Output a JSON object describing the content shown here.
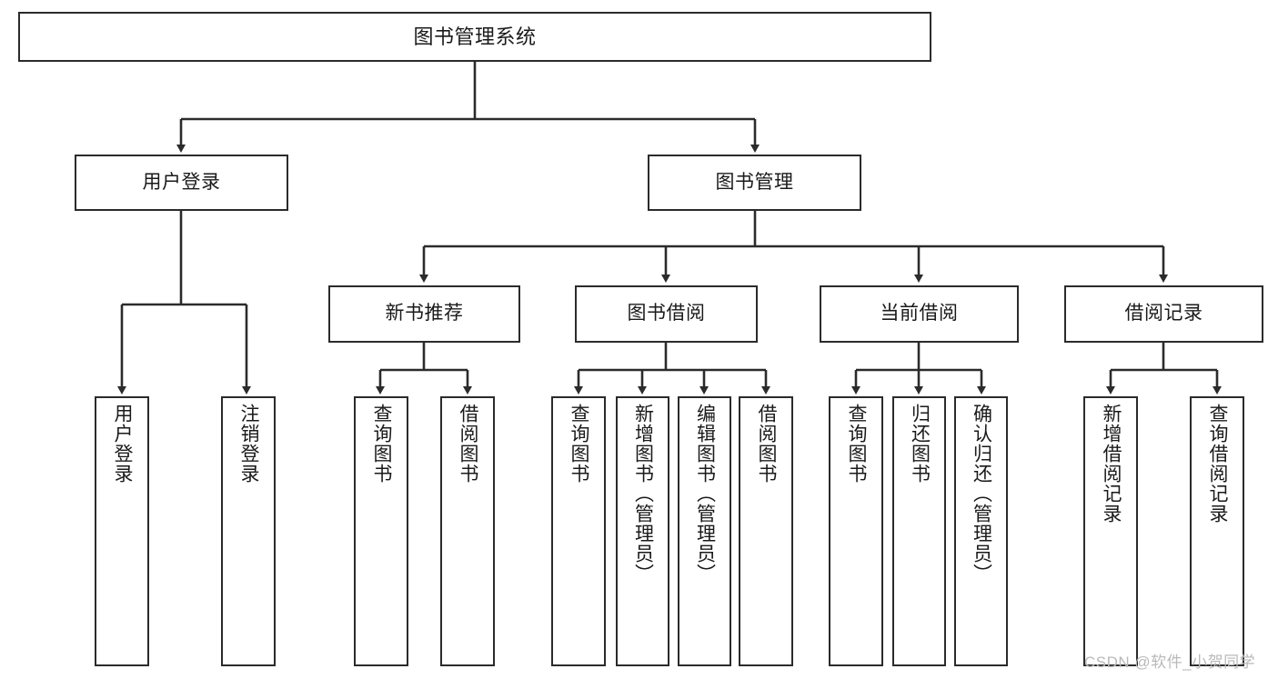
{
  "diagram": {
    "title": "图书管理系统",
    "type": "tree",
    "root": {
      "label": "图书管理系统"
    },
    "level2": [
      {
        "label": "用户登录"
      },
      {
        "label": "图书管理"
      }
    ],
    "level3": [
      {
        "label": "新书推荐"
      },
      {
        "label": "图书借阅"
      },
      {
        "label": "当前借阅"
      },
      {
        "label": "借阅记录"
      }
    ],
    "leaves": {
      "user_login": [
        {
          "label": "用户登录"
        },
        {
          "label": "注销登录"
        }
      ],
      "new_book_recommend": [
        {
          "label": "查询图书"
        },
        {
          "label": "借阅图书"
        }
      ],
      "book_borrow": [
        {
          "label": "查询图书"
        },
        {
          "label": "新增图书（管理员）"
        },
        {
          "label": "编辑图书（管理员）"
        },
        {
          "label": "借阅图书"
        }
      ],
      "current_borrow": [
        {
          "label": "查询图书"
        },
        {
          "label": "归还图书"
        },
        {
          "label": "确认归还（管理员）"
        }
      ],
      "borrow_record": [
        {
          "label": "新增借阅记录"
        },
        {
          "label": "查询借阅记录"
        }
      ]
    },
    "colors": {
      "stroke": "#2b2b2b",
      "fill": "#ffffff",
      "text": "#1a1a1a",
      "watermark": "#b9b9b9"
    }
  },
  "watermark": {
    "text": "CSDN @软件_小贺同学"
  }
}
